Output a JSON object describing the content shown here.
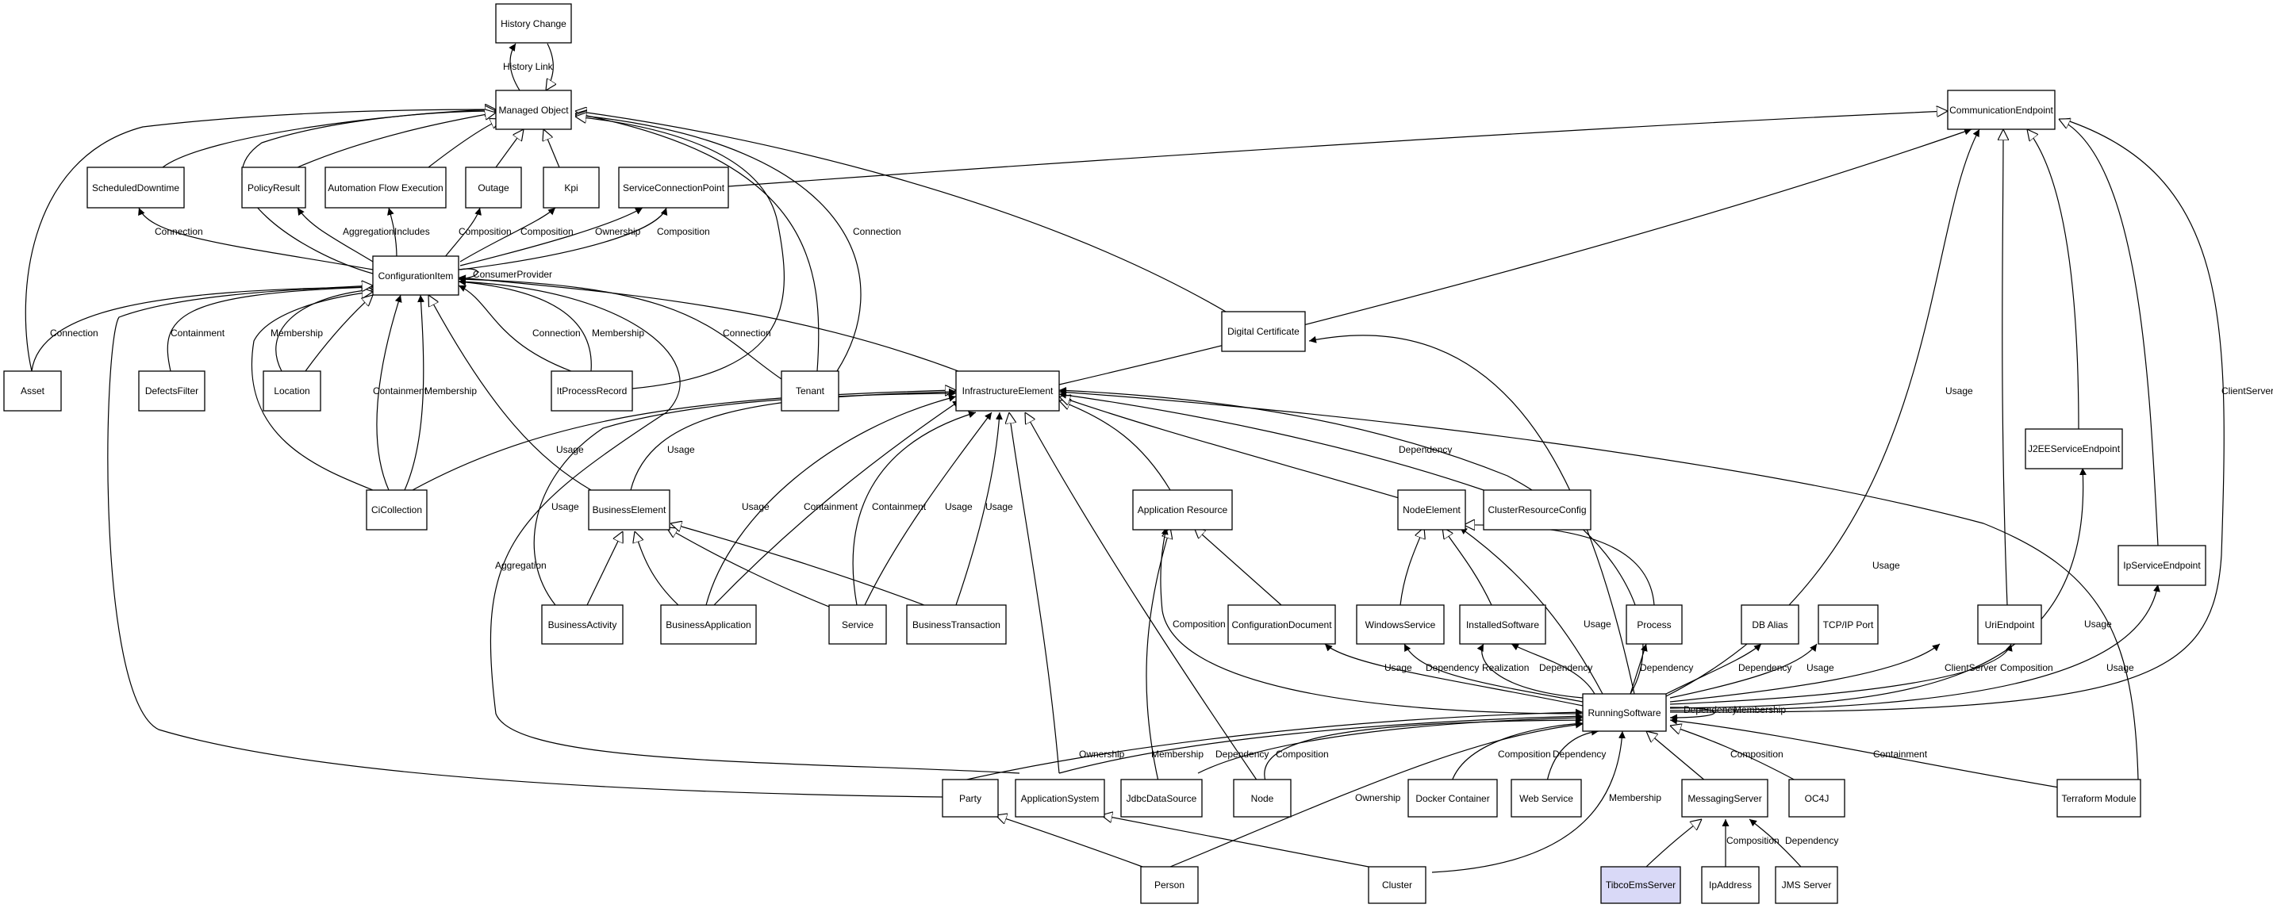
{
  "diagram": {
    "nodes": {
      "history_change": "History Change",
      "managed_object": "Managed Object",
      "communication_endpoint": "CommunicationEndpoint",
      "scheduled_downtime": "ScheduledDowntime",
      "policy_result": "PolicyResult",
      "automation_flow_execution": "Automation Flow Execution",
      "outage": "Outage",
      "kpi": "Kpi",
      "service_connection_point": "ServiceConnectionPoint",
      "configuration_item": "ConfigurationItem",
      "digital_certificate": "Digital Certificate",
      "asset": "Asset",
      "defects_filter": "DefectsFilter",
      "location": "Location",
      "it_process_record": "ItProcessRecord",
      "tenant": "Tenant",
      "infrastructure_element": "InfrastructureElement",
      "j2ee_service_endpoint": "J2EEServiceEndpoint",
      "ci_collection": "CiCollection",
      "business_element": "BusinessElement",
      "application_resource": "Application Resource",
      "node_element": "NodeElement",
      "cluster_resource_config": "ClusterResourceConfig",
      "ip_service_endpoint": "IpServiceEndpoint",
      "business_activity": "BusinessActivity",
      "business_application": "BusinessApplication",
      "service": "Service",
      "business_transaction": "BusinessTransaction",
      "configuration_document": "ConfigurationDocument",
      "windows_service": "WindowsService",
      "installed_software": "InstalledSoftware",
      "process": "Process",
      "db_alias": "DB Alias",
      "tcp_ip_port": "TCP/IP Port",
      "uri_endpoint": "UriEndpoint",
      "running_software": "RunningSoftware",
      "party": "Party",
      "application_system": "ApplicationSystem",
      "jdbc_data_source": "JdbcDataSource",
      "node": "Node",
      "docker_container": "Docker Container",
      "web_service": "Web Service",
      "messaging_server": "MessagingServer",
      "oc4j": "OC4J",
      "terraform_module": "Terraform Module",
      "person": "Person",
      "cluster": "Cluster",
      "tibco_ems_server": "TibcoEmsServer",
      "ip_address": "IpAddress",
      "jms_server": "JMS Server"
    },
    "edge_labels": {
      "history_link": "History Link",
      "connection_sd": "Connection",
      "aggregation_pr": "Aggregation",
      "includes": "Includes",
      "composition_outage": "Composition",
      "composition_kpi": "Composition",
      "ownership_scp": "Ownership",
      "composition_scp": "Composition",
      "consumer_provider": "ConsumerProvider",
      "connection_tenant": "Connection",
      "connection_asset": "Connection",
      "containment_df": "Containment",
      "membership_loc": "Membership",
      "connection_itpr": "Connection",
      "membership_itpr": "Membership",
      "connection_ci_ie": "Connection",
      "containment_cicol": "Containment",
      "membership_cicol": "Membership",
      "usage_be": "Usage",
      "usage_ie_be": "Usage",
      "usage_ba": "Usage",
      "usage_bapp": "Usage",
      "containment_bapp": "Containment",
      "containment_svc": "Containment",
      "usage_svc": "Usage",
      "usage_bt": "Usage",
      "aggregation_as": "Aggregation",
      "dependency_crc": "Dependency",
      "usage_ce": "Usage",
      "clientserver_ce": "ClientServer",
      "usage_rs_ie": "Usage",
      "composition_rs_ar": "Composition",
      "usage_rs_cd": "Usage",
      "dependency_ws": "Dependency",
      "realization_is": "Realization",
      "dependency_is": "Dependency",
      "usage_rs_ne": "Usage",
      "dependency_proc": "Dependency",
      "dependency_db": "Dependency",
      "usage_tcp": "Usage",
      "clientserver_uri": "ClientServer",
      "composition_uri": "Composition",
      "usage_j2ee": "Usage",
      "usage_ipse": "Usage",
      "dependency_self": "Dependency",
      "membership_self": "Membership",
      "ownership_party": "Ownership",
      "membership_as": "Membership",
      "dependency_jdbc": "Dependency",
      "composition_node": "Composition",
      "composition_dc": "Composition",
      "dependency_web": "Dependency",
      "composition_oc4j": "Composition",
      "containment_tf": "Containment",
      "ownership_person": "Ownership",
      "membership_cluster": "Membership",
      "composition_ip": "Composition",
      "dependency_jms": "Dependency"
    }
  }
}
